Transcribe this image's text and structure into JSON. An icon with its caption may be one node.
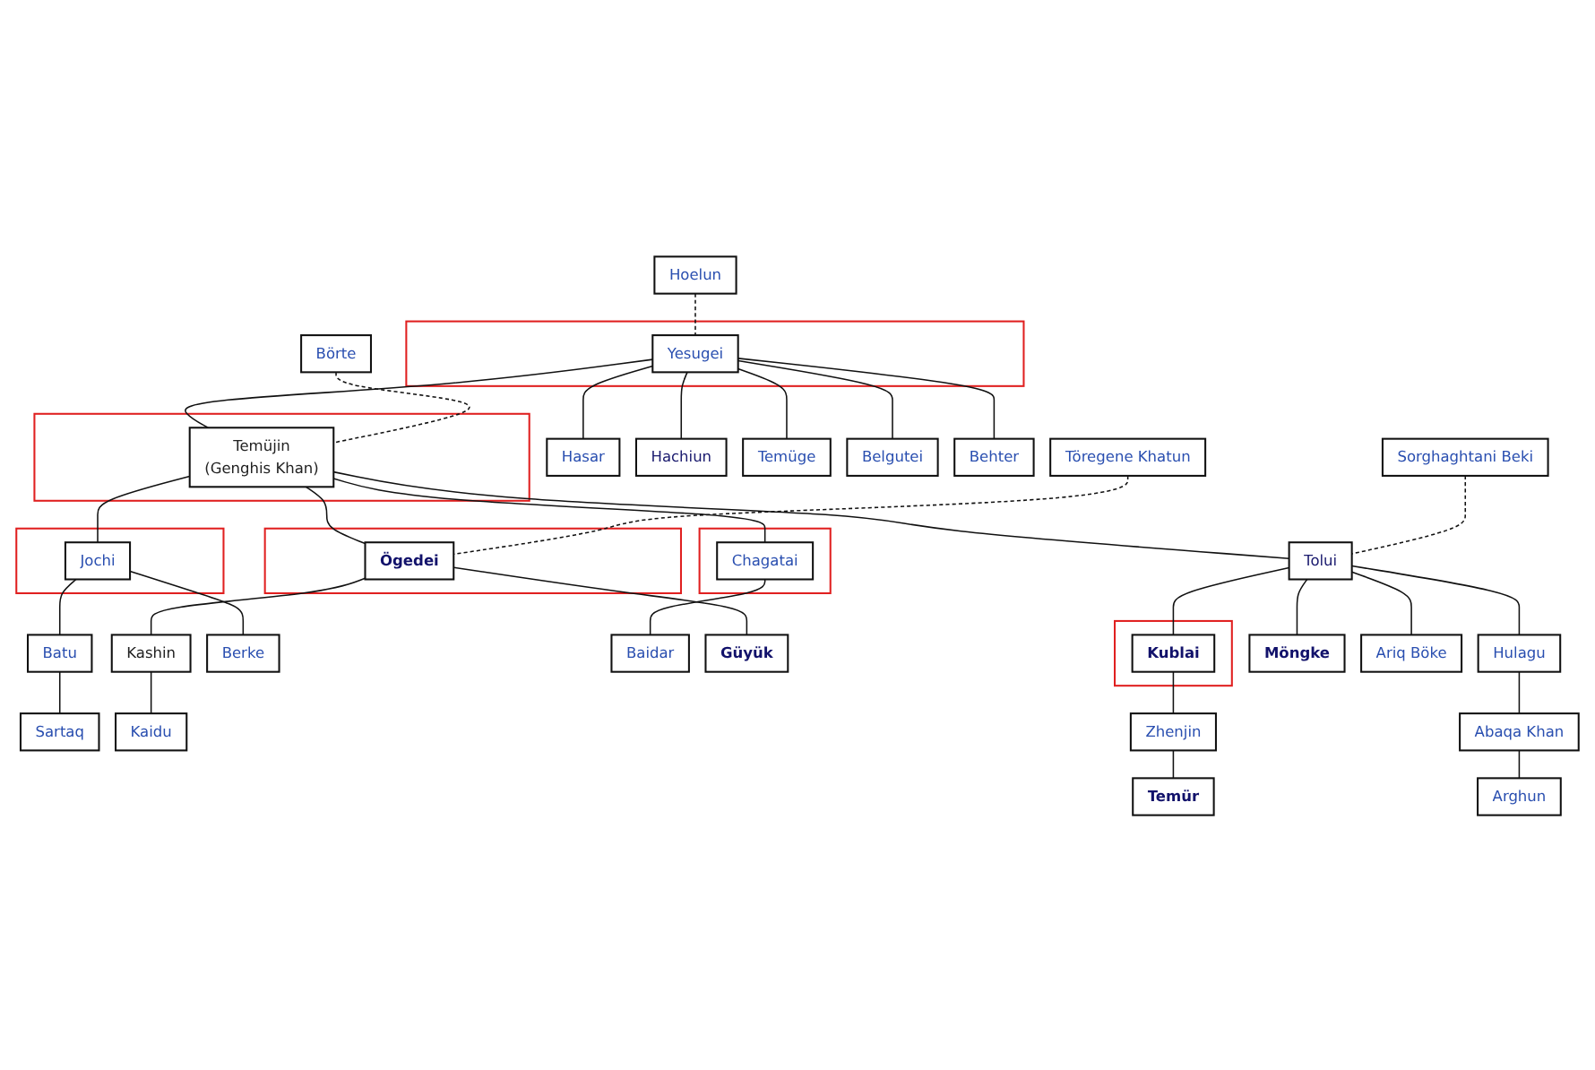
{
  "diagram": {
    "nodes": [
      {
        "text": [
          "Hoelun"
        ]
      },
      {
        "text": [],
        "shape": "box"
      },
      {
        "text": [
          "Yesugei"
        ],
        "in": 1
      },
      {
        "text": [
          "Börte"
        ]
      },
      {
        "text": [],
        "shape": "box"
      },
      {
        "text": [
          "Temüjin",
          "(Genghis Khan)"
        ],
        "in": 4
      },
      {
        "text": [
          "Hasar"
        ]
      },
      {
        "text": [
          "Hachiun"
        ]
      },
      {
        "text": [
          "Temüge"
        ]
      },
      {
        "text": [
          "Belgutei"
        ]
      },
      {
        "text": [
          "Behter"
        ]
      },
      {
        "text": [],
        "shape": "box"
      },
      {
        "text": [
          "Jochi"
        ],
        "in": 11
      },
      {
        "text": [],
        "shape": "box"
      },
      {
        "text": [
          "Chagatai"
        ],
        "in": 13
      },
      {
        "text": [
          "Töregene Khatun"
        ]
      },
      {
        "text": [],
        "shape": "box"
      },
      {
        "text": [
          "Ögedei"
        ],
        "in": 16
      },
      {
        "text": [
          "Sorghaghtani Beki"
        ]
      },
      {
        "text": [
          "Tolui"
        ]
      },
      {
        "text": [
          "Batu"
        ]
      },
      {
        "text": [
          "Berke"
        ]
      },
      {
        "text": [
          "Baidar"
        ]
      },
      {
        "text": [
          "Güyük"
        ]
      },
      {
        "text": [
          "Kashin"
        ]
      },
      {
        "text": [
          "Sartaq"
        ]
      },
      {
        "text": [
          "Kaidu"
        ]
      },
      {
        "text": [
          "Möngke"
        ]
      },
      {
        "text": [],
        "shape": "box"
      },
      {
        "text": [
          "Kublai"
        ],
        "in": 28
      },
      {
        "text": [
          "Hulagu"
        ]
      },
      {
        "text": [
          "Ariq Böke"
        ]
      },
      {
        "text": [
          "Zhenjin"
        ]
      },
      {
        "text": [
          "Abaqa Khan"
        ]
      },
      {
        "text": [
          "Temür"
        ]
      },
      {
        "text": [
          "Arghun"
        ]
      }
    ],
    "edges": [
      {
        "from": 0,
        "to": 2,
        "arrow": "none",
        "style": "dashed"
      },
      {
        "from": 2,
        "to": 5,
        "arrow": "none"
      },
      {
        "from": 2,
        "to": 6,
        "arrow": "none"
      },
      {
        "from": 2,
        "to": 7,
        "arrow": "none"
      },
      {
        "from": 2,
        "to": 8,
        "arrow": "none"
      },
      {
        "from": 2,
        "to": 9,
        "arrow": "none"
      },
      {
        "from": 2,
        "to": 10,
        "arrow": "none"
      },
      {
        "from": 3,
        "to": 5,
        "arrow": "none",
        "style": "dashed"
      },
      {
        "from": 5,
        "to": 12,
        "arrow": "none"
      },
      {
        "from": 5,
        "to": 14,
        "arrow": "none"
      },
      {
        "from": 5,
        "to": 17,
        "arrow": "none"
      },
      {
        "from": 5,
        "to": 19,
        "arrow": "none"
      },
      {
        "from": 15,
        "to": 17,
        "arrow": "none",
        "style": "dashed"
      },
      {
        "from": 18,
        "to": 19,
        "arrow": "none",
        "style": "dashed"
      },
      {
        "from": 12,
        "to": 20,
        "arrow": "none"
      },
      {
        "from": 12,
        "to": 21,
        "arrow": "none"
      },
      {
        "from": 14,
        "to": 22,
        "arrow": "none"
      },
      {
        "from": 17,
        "to": 23,
        "arrow": "none"
      },
      {
        "from": 17,
        "to": 24,
        "arrow": "none"
      },
      {
        "from": 20,
        "to": 25,
        "arrow": "none"
      },
      {
        "from": 24,
        "to": 26,
        "arrow": "none"
      },
      {
        "from": 19,
        "to": 27,
        "arrow": "none"
      },
      {
        "from": 19,
        "to": 29,
        "arrow": "none"
      },
      {
        "from": 19,
        "to": 30,
        "arrow": "none"
      },
      {
        "from": 19,
        "to": 31,
        "arrow": "none"
      },
      {
        "from": 29,
        "to": 32,
        "arrow": "none"
      },
      {
        "from": 32,
        "to": 34,
        "arrow": "none"
      },
      {
        "from": 30,
        "to": 33,
        "arrow": "none"
      },
      {
        "from": 33,
        "to": 35,
        "arrow": "none"
      }
    ]
  }
}
